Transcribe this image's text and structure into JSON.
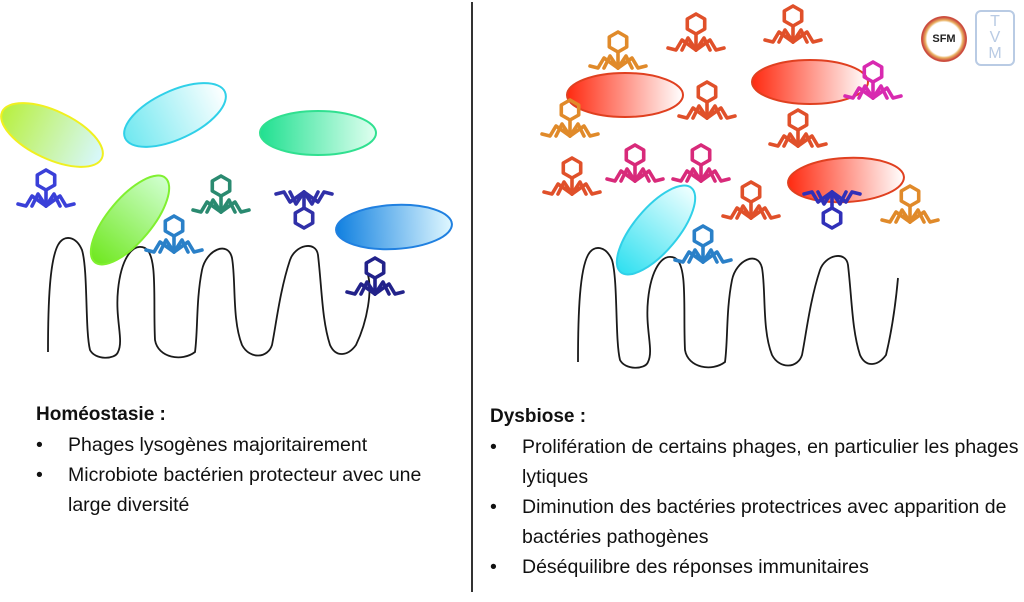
{
  "left_panel": {
    "heading": "Homéostasie :",
    "bullets": [
      "Phages lysogènes majoritairement",
      "Microbiote bactérien protecteur avec une large diversité"
    ]
  },
  "right_panel": {
    "heading": "Dysbiose :",
    "bullets": [
      "Prolifération de certains phages, en particulier les phages lytiques",
      "Diminution des bactéries protectrices avec apparition de bactéries pathogènes",
      "Déséquilibre des réponses immunitaires"
    ]
  },
  "logos": {
    "sfm": "SFM",
    "tvm_letters": [
      "T",
      "V",
      "M"
    ]
  },
  "colors": {
    "divider": "#333333",
    "villi_outline": "#1a1a1a",
    "phage_lytic_red": "#e0502a",
    "phage_orange": "#e08a2a",
    "phage_magenta": "#d82a7a",
    "phage_pink": "#d82ab0",
    "phage_blue": "#3a4ad8",
    "phage_navy": "#2a2a9a",
    "phage_steel_blue": "#2a7ac8",
    "phage_teal": "#2a8a70",
    "bacteria_pathogen_red": "#ff2a10"
  },
  "scene": {
    "left": {
      "label": "homeostasis-scene",
      "bacteria": [
        {
          "name": "bacterium-yellow-green",
          "fill_from": "#b8f040",
          "fill_to": "#d8f8ff",
          "stroke": "#f0f020"
        },
        {
          "name": "bacterium-cyan",
          "fill_from": "#70e8f0",
          "fill_to": "#ffffff",
          "stroke": "#30d0e8"
        },
        {
          "name": "bacterium-lime",
          "fill_from": "#70e820",
          "fill_to": "#d0ffd0",
          "stroke": "#80f030"
        },
        {
          "name": "bacterium-mint",
          "fill_from": "#20e090",
          "fill_to": "#e0fff0",
          "stroke": "#30e090"
        },
        {
          "name": "bacterium-blue",
          "fill_from": "#1080e0",
          "fill_to": "#e0f8ff",
          "stroke": "#2080e0"
        }
      ],
      "phages": [
        {
          "name": "phage-blue",
          "color": "#3a40d8",
          "orientation": "up"
        },
        {
          "name": "phage-teal",
          "color": "#2a8a70",
          "orientation": "up"
        },
        {
          "name": "phage-steel-blue",
          "color": "#2a80c8",
          "orientation": "up"
        },
        {
          "name": "phage-navy-inverted",
          "color": "#3030a8",
          "orientation": "down"
        },
        {
          "name": "phage-navy",
          "color": "#22228a",
          "orientation": "up"
        }
      ]
    },
    "right": {
      "label": "dysbiosis-scene",
      "bacteria": [
        {
          "name": "pathogen-red-1",
          "fill_from": "#ff2a10",
          "fill_to": "#ffffff",
          "stroke": "#e04020"
        },
        {
          "name": "pathogen-red-2",
          "fill_from": "#ff2a10",
          "fill_to": "#ffffff",
          "stroke": "#e04020"
        },
        {
          "name": "pathogen-red-3",
          "fill_from": "#ff2a10",
          "fill_to": "#ffffff",
          "stroke": "#e04020"
        },
        {
          "name": "bacterium-cyan-remaining",
          "fill_from": "#30e0f0",
          "fill_to": "#f0ffff",
          "stroke": "#30d0e8"
        }
      ],
      "phages": [
        {
          "name": "phage-orange",
          "color": "#e08a2a",
          "orientation": "up"
        },
        {
          "name": "phage-red",
          "color": "#e0502a",
          "orientation": "up"
        },
        {
          "name": "phage-red",
          "color": "#e0502a",
          "orientation": "up"
        },
        {
          "name": "phage-orange",
          "color": "#e08a2a",
          "orientation": "up"
        },
        {
          "name": "phage-red",
          "color": "#e0502a",
          "orientation": "up"
        },
        {
          "name": "phage-pink",
          "color": "#d82ab0",
          "orientation": "up"
        },
        {
          "name": "phage-red",
          "color": "#e0502a",
          "orientation": "up"
        },
        {
          "name": "phage-red",
          "color": "#e0502a",
          "orientation": "up"
        },
        {
          "name": "phage-magenta",
          "color": "#d82a7a",
          "orientation": "up"
        },
        {
          "name": "phage-magenta",
          "color": "#d82a7a",
          "orientation": "up"
        },
        {
          "name": "phage-red",
          "color": "#e0502a",
          "orientation": "up"
        },
        {
          "name": "phage-navy-inverted",
          "color": "#3030b8",
          "orientation": "down"
        },
        {
          "name": "phage-orange",
          "color": "#e08a2a",
          "orientation": "up"
        },
        {
          "name": "phage-steel-blue",
          "color": "#2a80c8",
          "orientation": "up"
        }
      ]
    }
  }
}
